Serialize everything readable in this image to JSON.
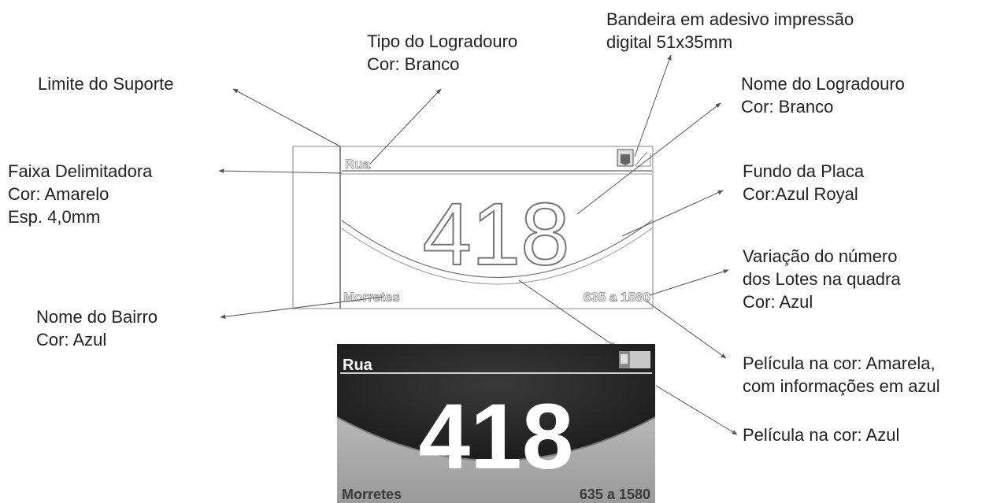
{
  "plate": {
    "street_type": "Rua",
    "number": "418",
    "neighborhood": "Morretes",
    "lot_range": "635 a 1580"
  },
  "labels": {
    "limite_suporte": {
      "line1": "Limite do Suporte"
    },
    "tipo_logradouro": {
      "line1": "Tipo do Logradouro",
      "line2": "Cor: Branco"
    },
    "bandeira": {
      "line1": "Bandeira em adesivo impressão",
      "line2": "digital 51x35mm"
    },
    "nome_logradouro": {
      "line1": "Nome do Logradouro",
      "line2": "Cor: Branco"
    },
    "faixa": {
      "line1": "Faixa Delimitadora",
      "line2": "Cor: Amarelo",
      "line3": "Esp. 4,0mm"
    },
    "fundo": {
      "line1": "Fundo da Placa",
      "line2": "Cor:Azul Royal"
    },
    "variacao": {
      "line1": "Variação do número",
      "line2": "dos Lotes na quadra",
      "line3": "Cor: Azul"
    },
    "bairro": {
      "line1": "Nome do Bairro",
      "line2": "Cor: Azul"
    },
    "pelicula_amarela": {
      "line1": "Película na cor: Amarela,",
      "line2": "com informações em azul"
    },
    "pelicula_azul": {
      "line1": "Película na cor: Azul"
    }
  },
  "colors": {
    "plate_dark": "#222222",
    "plate_light": "#b0b0b0",
    "leader": "#555555"
  }
}
